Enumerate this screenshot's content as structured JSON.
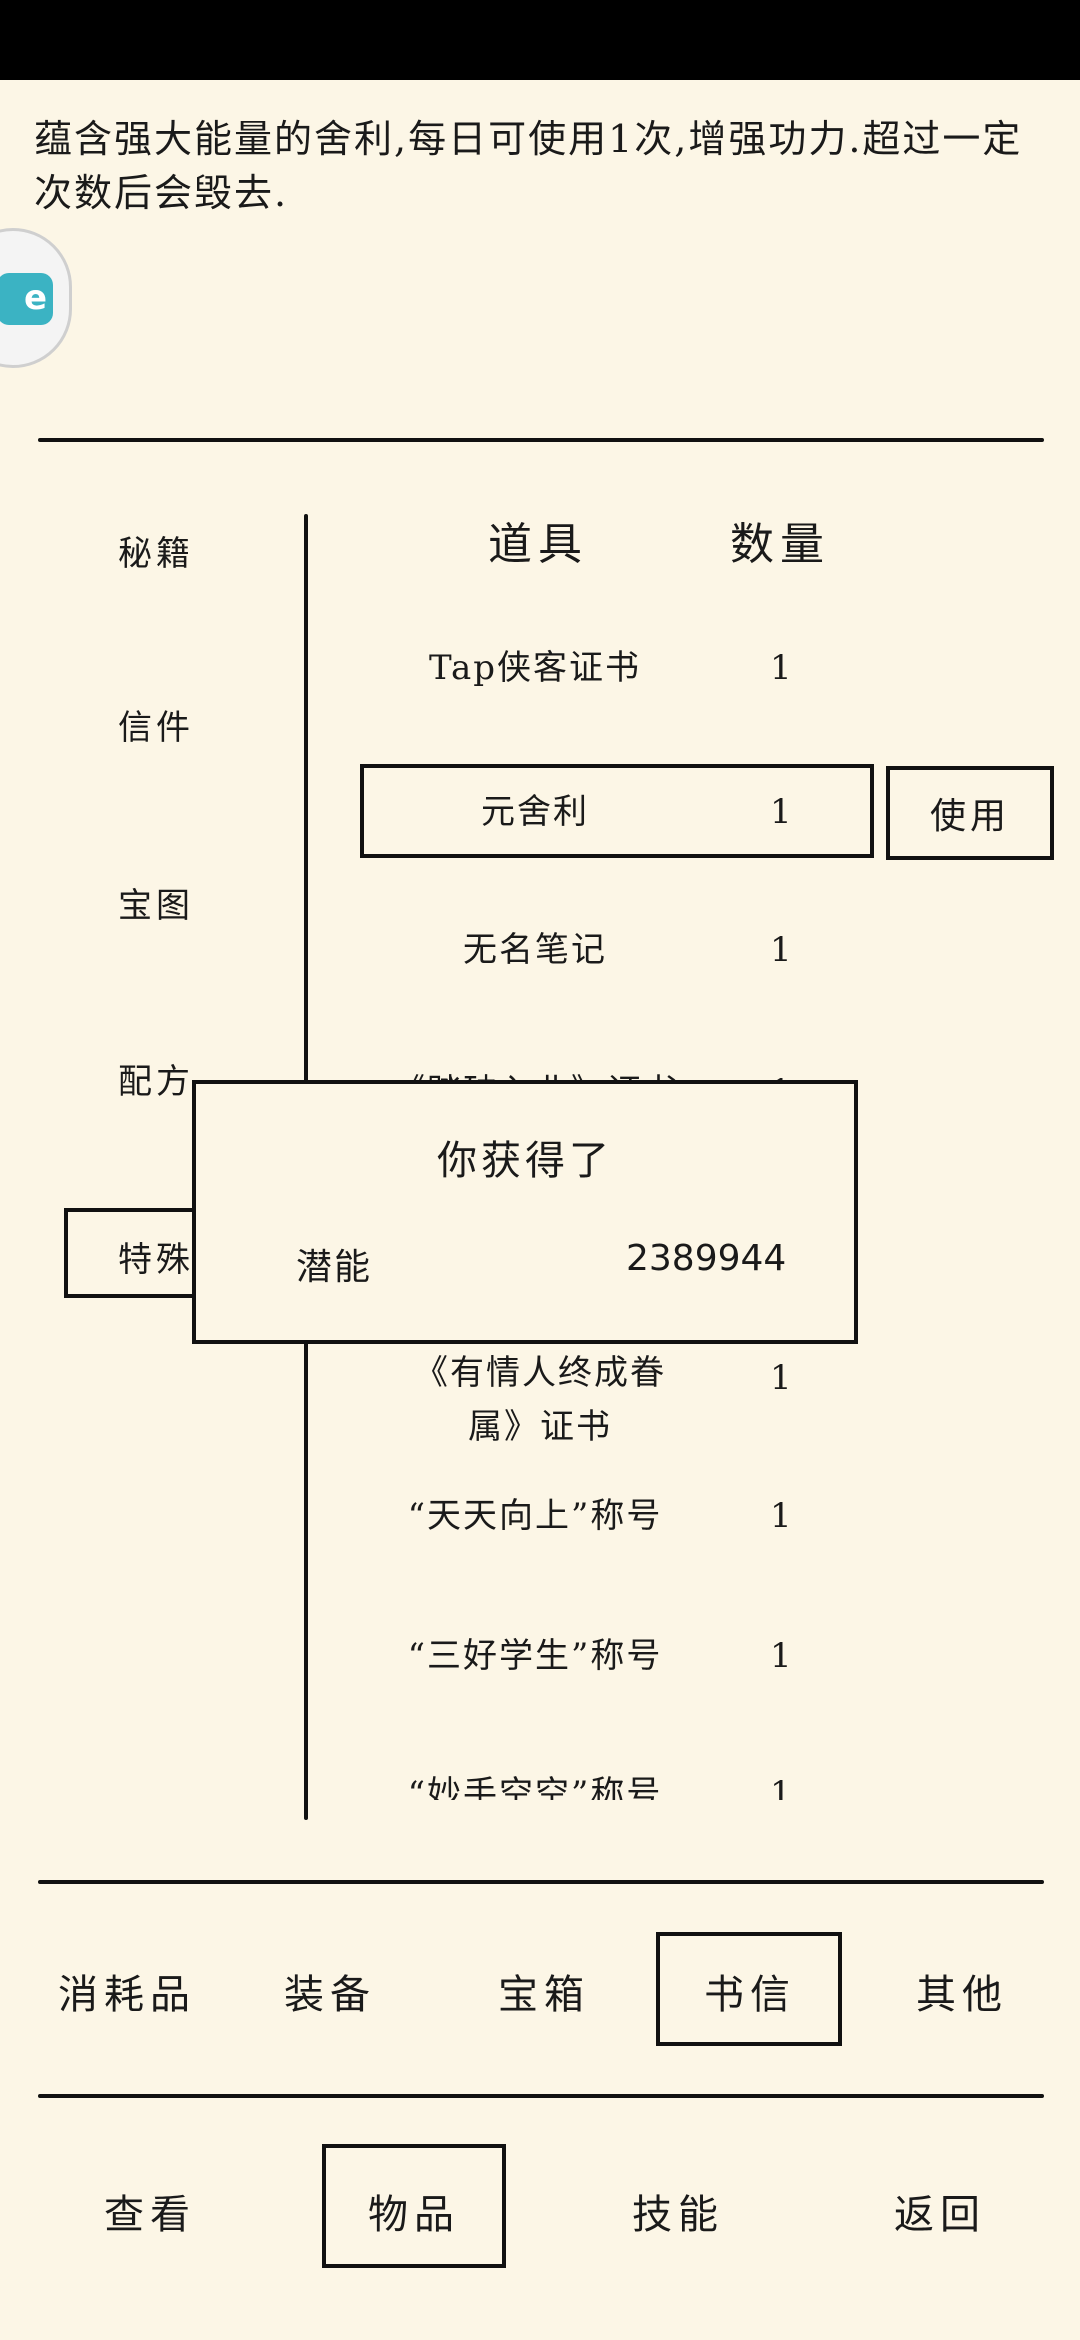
{
  "description": "蕴含强大能量的舍利,每日可使用1次,增强功力.超过一定次数后会毁去.",
  "float_button": {
    "icon": "chat-bubble-icon",
    "label": "e"
  },
  "categories": [
    {
      "label": "秘籍"
    },
    {
      "label": "信件"
    },
    {
      "label": "宝图"
    },
    {
      "label": "配方"
    },
    {
      "label": "特殊",
      "selected": true
    }
  ],
  "table": {
    "headers": {
      "item": "道具",
      "qty": "数量"
    },
    "rows": [
      {
        "name": "Tap侠客证书",
        "qty": "1"
      },
      {
        "name": "元舍利",
        "qty": "1",
        "selected": true
      },
      {
        "name": "无名笔记",
        "qty": "1"
      },
      {
        "name": "《踏破入北》证书",
        "qty": "1"
      },
      {
        "name": "",
        "qty": ""
      },
      {
        "name": "《有情人终成眷属》证书",
        "qty": "1"
      },
      {
        "name": "“天天向上”称号",
        "qty": "1"
      },
      {
        "name": "“三好学生”称号",
        "qty": "1"
      },
      {
        "name": "“妙手空空”称号",
        "qty": "1"
      }
    ],
    "use_label": "使用"
  },
  "subtabs": [
    {
      "label": "消耗品"
    },
    {
      "label": "装备"
    },
    {
      "label": "宝箱"
    },
    {
      "label": "书信",
      "selected": true
    },
    {
      "label": "其他"
    }
  ],
  "bottom_nav": [
    {
      "label": "查看"
    },
    {
      "label": "物品",
      "selected": true
    },
    {
      "label": "技能"
    },
    {
      "label": "返回"
    }
  ],
  "popup": {
    "title": "你获得了",
    "reward_name": "潜能",
    "reward_value": "2389944"
  }
}
